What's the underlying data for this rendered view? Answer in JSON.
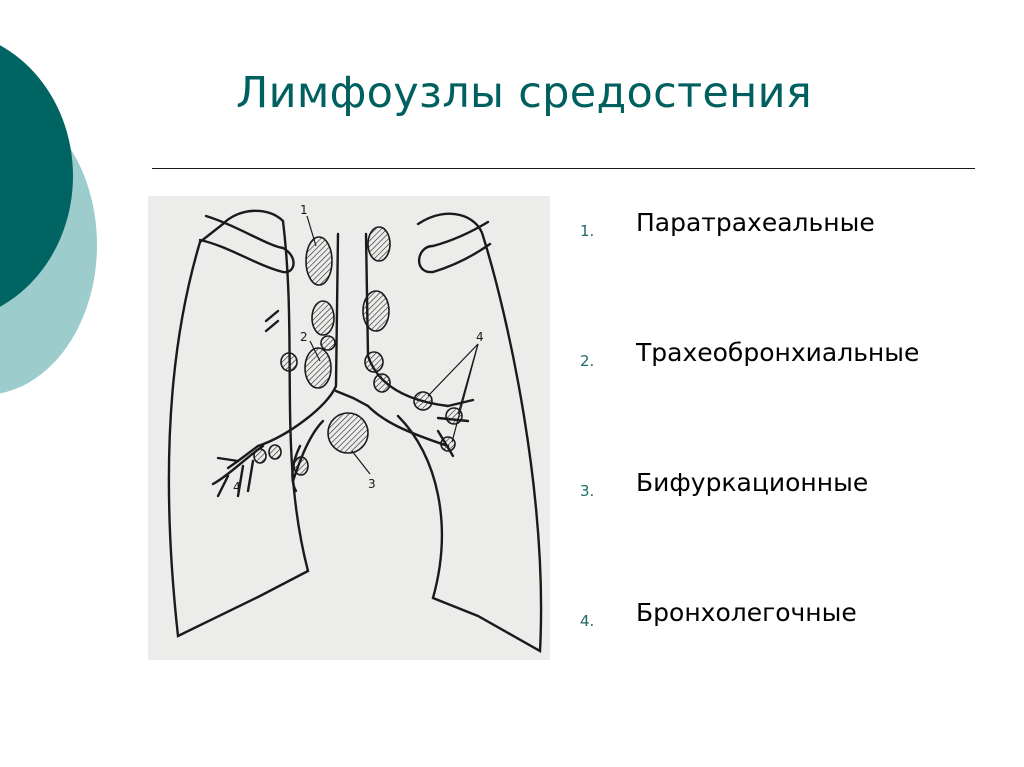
{
  "slide": {
    "title": "Лимфоузлы средостения",
    "accent_dark": "#006463",
    "accent_light": "#9ccccc",
    "title_color": "#006060"
  },
  "figure": {
    "description": "Схема лимфоузлов средостения",
    "callouts": [
      "1",
      "2",
      "3",
      "4",
      "4"
    ]
  },
  "list": {
    "items": [
      {
        "number": "1.",
        "label": "Паратрахеальные"
      },
      {
        "number": "2.",
        "label": "Трахеобронхиальные"
      },
      {
        "number": "3.",
        "label": "Бифуркационные"
      },
      {
        "number": "4.",
        "label": "Бронхолегочные"
      }
    ]
  }
}
